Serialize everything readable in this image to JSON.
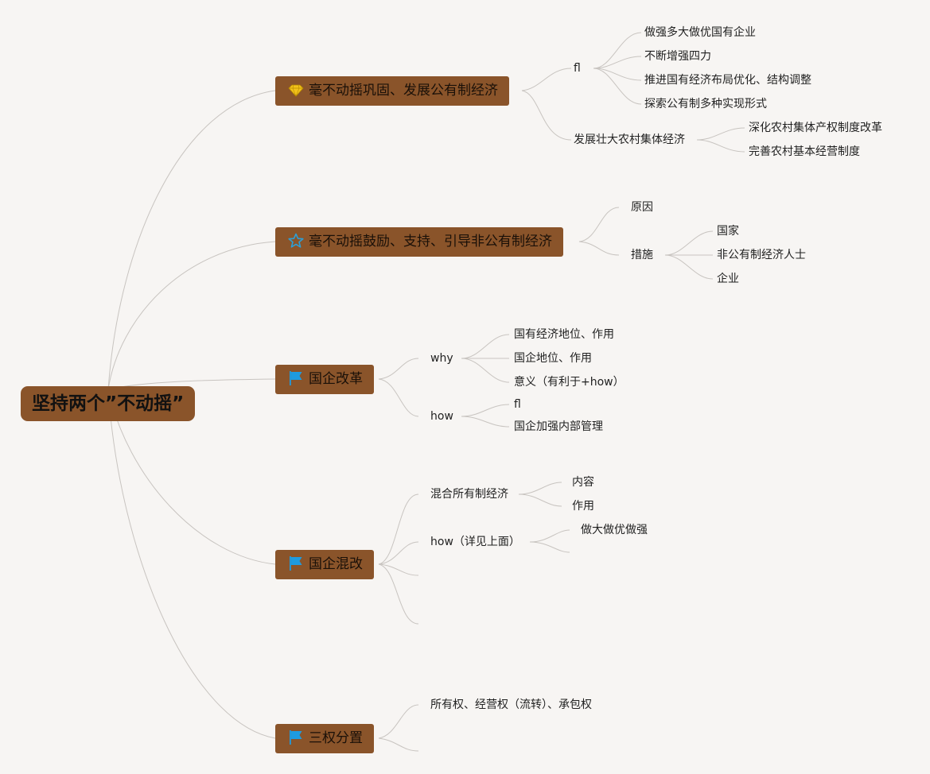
{
  "root": {
    "label": "坚持两个”不动摇”"
  },
  "branches": [
    {
      "label": "毫不动摇巩固、发展公有制经济",
      "icon": "diamond-icon",
      "children": [
        {
          "label": "fl",
          "children": [
            {
              "label": "做强多大做优国有企业"
            },
            {
              "label": "不断增强四力"
            },
            {
              "label": "推进国有经济布局优化、结构调整"
            },
            {
              "label": "探索公有制多种实现形式"
            }
          ]
        },
        {
          "label": "发展壮大农村集体经济",
          "children": [
            {
              "label": "深化农村集体产权制度改革"
            },
            {
              "label": "完善农村基本经营制度"
            }
          ]
        }
      ]
    },
    {
      "label": "毫不动摇鼓励、支持、引导非公有制经济",
      "icon": "star-icon",
      "children": [
        {
          "label": "原因"
        },
        {
          "label": "措施",
          "children": [
            {
              "label": "国家"
            },
            {
              "label": "非公有制经济人士"
            },
            {
              "label": "企业"
            }
          ]
        }
      ]
    },
    {
      "label": "国企改革",
      "icon": "flag-icon",
      "children": [
        {
          "label": "why",
          "children": [
            {
              "label": "国有经济地位、作用"
            },
            {
              "label": "国企地位、作用"
            },
            {
              "label": "意义（有利于+how）"
            }
          ]
        },
        {
          "label": "how",
          "children": [
            {
              "label": "fl"
            },
            {
              "label": "国企加强内部管理"
            }
          ]
        }
      ]
    },
    {
      "label": "国企混改",
      "icon": "flag-icon",
      "children": [
        {
          "label": "混合所有制经济",
          "children": [
            {
              "label": "内容"
            },
            {
              "label": "作用"
            }
          ]
        },
        {
          "label": "how（详见上面）",
          "children": [
            {
              "label": "做大做优做强"
            },
            {
              "label": ""
            }
          ]
        },
        {
          "label": ""
        },
        {
          "label": ""
        }
      ]
    },
    {
      "label": "三权分置",
      "icon": "flag-icon",
      "children": [
        {
          "label": "所有权、经营权（流转）、承包权"
        },
        {
          "label": ""
        }
      ]
    }
  ],
  "colors": {
    "background": "#f7f5f3",
    "node_fill": "#8a542a",
    "link": "#c8c4c0",
    "diamond": "#f2c21b",
    "star": "#2c9fd6",
    "flag": "#1e9be0"
  }
}
